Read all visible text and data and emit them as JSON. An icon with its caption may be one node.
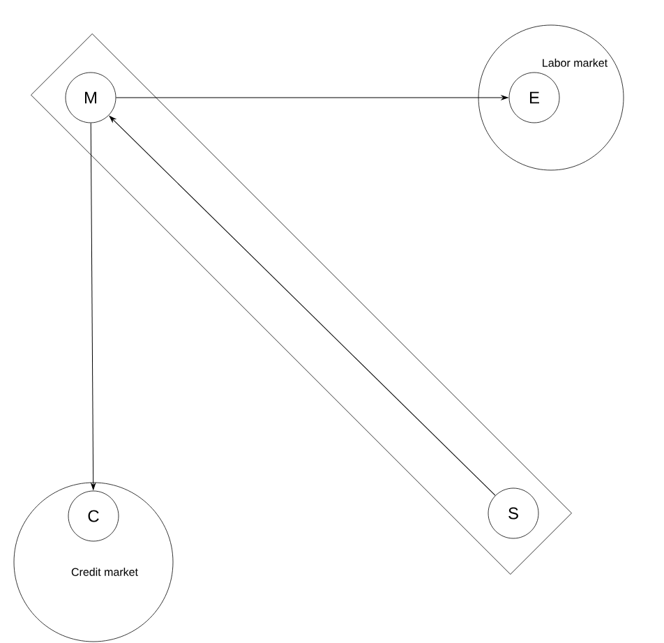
{
  "diagram": {
    "nodes": [
      {
        "text": [],
        "shape": "box"
      },
      {
        "text": [
          "M"
        ],
        "in": 0
      },
      {
        "text": [
          "Labor market"
        ]
      },
      {
        "text": [
          "E"
        ],
        "in": 2
      },
      {
        "text": [
          "Credit market"
        ]
      },
      {
        "text": [
          "C"
        ],
        "in": 4
      },
      {
        "text": [
          "S"
        ],
        "in": 0
      }
    ],
    "edges": [
      {
        "from": 1,
        "to": 3,
        "arrow": "to"
      },
      {
        "from": 1,
        "to": 5,
        "arrow": "to"
      },
      {
        "from": 6,
        "to": 1,
        "arrow": "to"
      }
    ]
  }
}
